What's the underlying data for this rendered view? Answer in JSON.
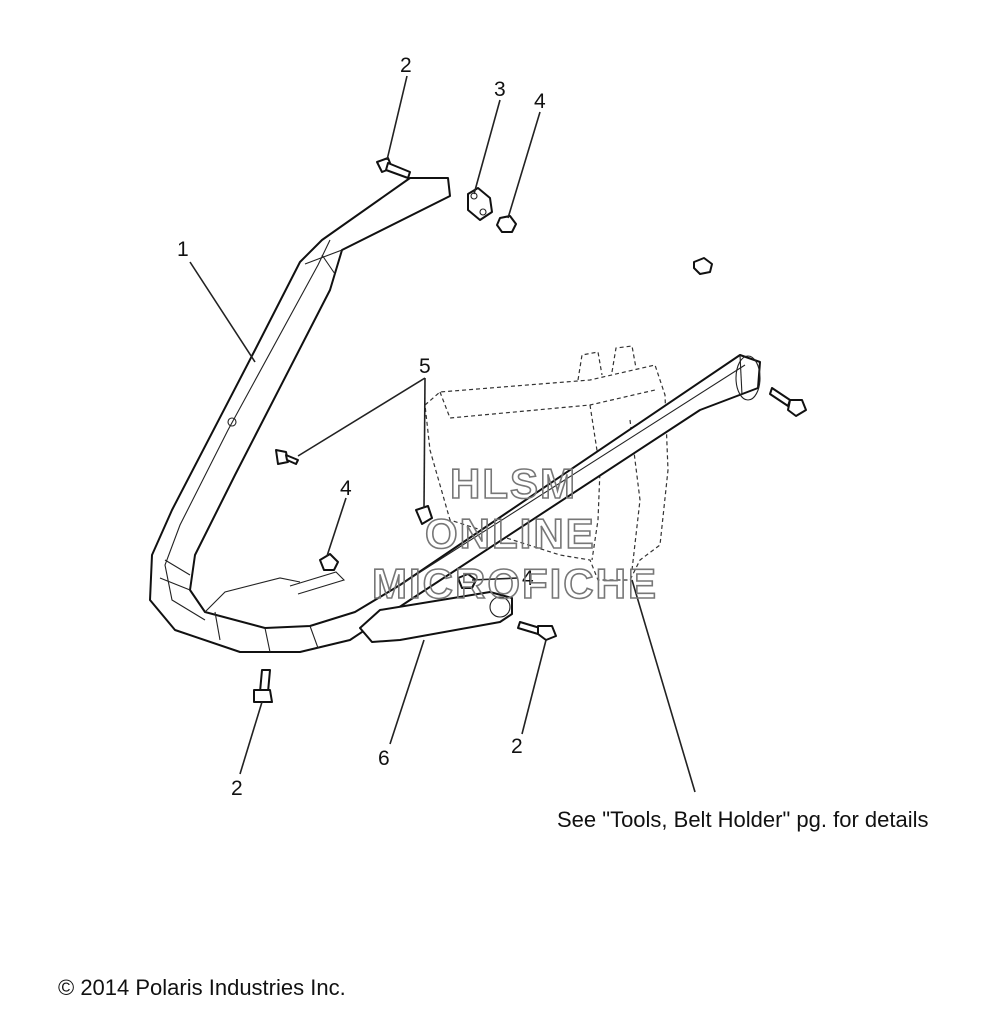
{
  "callouts": {
    "c1": "1",
    "c2_top": "2",
    "c3": "3",
    "c4_top": "4",
    "c5": "5",
    "c4_left": "4",
    "c4_mid": "4",
    "c6": "6",
    "c2_bottom_left": "2",
    "c2_bottom_right": "2"
  },
  "note": "See \"Tools, Belt Holder\" pg. for details",
  "watermark": {
    "line1": "HLSM",
    "line2": "ONLINE",
    "line3": "MICROFICHE"
  },
  "copyright": "© 2014 Polaris Industries Inc."
}
